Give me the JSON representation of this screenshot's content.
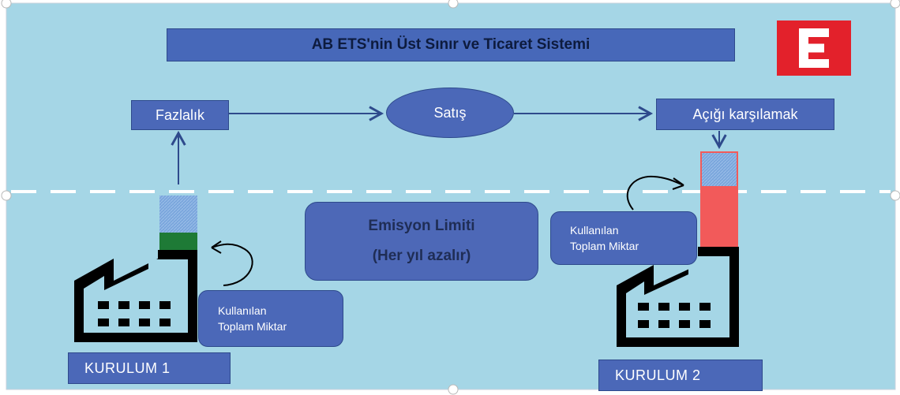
{
  "title": "AB ETS'nin Üst Sınır ve Ticaret Sistemi",
  "nodes": {
    "surplus": "Fazlalık",
    "sale": "Satış",
    "cover_deficit": "Açığı karşılamak",
    "limit_line1": "Emisyon Limiti",
    "limit_line2": "(Her yıl azalır)"
  },
  "installations": [
    {
      "name": "KURULUM 1",
      "label_line1": "Kullanılan",
      "label_line2": "Toplam Miktar"
    },
    {
      "name": "KURULUM 2",
      "label_line1": "Kullanılan",
      "label_line2": "Toplam Miktar"
    }
  ],
  "logo": {
    "letter": "E",
    "color": "#e3212b"
  },
  "colors": {
    "background": "#a5d6e6",
    "box": "#4b68b8",
    "surplus_fill": "#6f9fd8",
    "used_green": "#1e7a36",
    "deficit_red": "#f25a5a",
    "factory": "#000000",
    "arrow": "#2e4a8c"
  }
}
